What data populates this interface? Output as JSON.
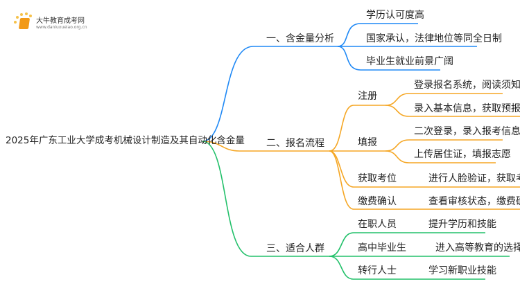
{
  "logo": {
    "name": "大牛教育成考网",
    "url": "www.daniuxueiao.org.cn"
  },
  "root": "2025年广东工业大学成考机械设计制造及其自动化含金量",
  "colors": {
    "blue": "#1e88f5",
    "orange": "#f5a623",
    "green": "#22c06a"
  },
  "branches": [
    {
      "label": "一、含金量分析",
      "children": [
        "学历认可度高",
        "国家承认，法律地位等同全日制",
        "毕业生就业前景广阔"
      ]
    },
    {
      "label": "二、报名流程",
      "children": [
        {
          "label": "注册",
          "children": [
            "登录报名系统，阅读须知",
            "录入基本信息，获取预报名号"
          ]
        },
        {
          "label": "填报",
          "children": [
            "二次登录，录入报考信息",
            "上传居住证，填报志愿"
          ]
        },
        {
          "label": "获取考位",
          "detail": "进行人脸验证，获取考位"
        },
        {
          "label": "缴费确认",
          "detail": "查看审核状态，缴费确认"
        }
      ]
    },
    {
      "label": "三、适合人群",
      "children": [
        {
          "label": "在职人员",
          "detail": "提升学历和技能"
        },
        {
          "label": "高中毕业生",
          "detail": "进入高等教育的选择"
        },
        {
          "label": "转行人士",
          "detail": "学习新职业技能"
        }
      ]
    }
  ]
}
